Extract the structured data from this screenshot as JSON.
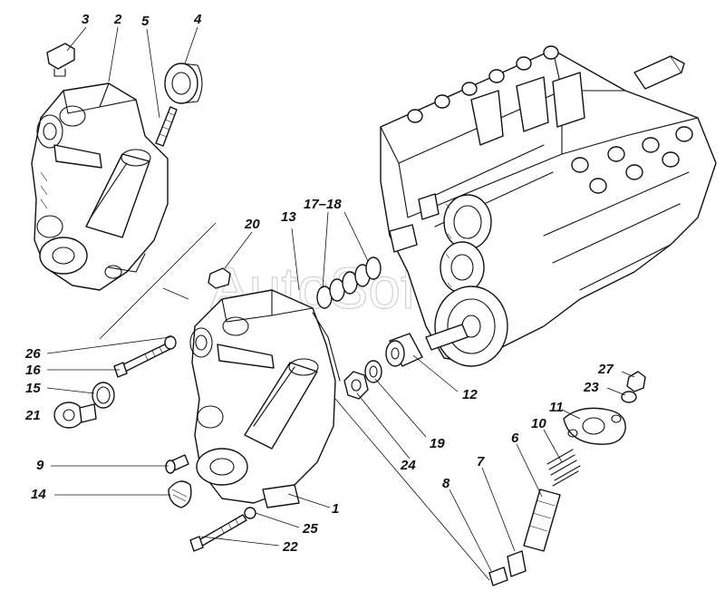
{
  "watermark": "AutoSoft",
  "callouts": [
    {
      "id": "c3",
      "text": "3"
    },
    {
      "id": "c2",
      "text": "2"
    },
    {
      "id": "c5",
      "text": "5"
    },
    {
      "id": "c4",
      "text": "4"
    },
    {
      "id": "c20",
      "text": "20"
    },
    {
      "id": "c13",
      "text": "13"
    },
    {
      "id": "c1718",
      "text": "17–18"
    },
    {
      "id": "c26",
      "text": "26"
    },
    {
      "id": "c16",
      "text": "16"
    },
    {
      "id": "c15",
      "text": "15"
    },
    {
      "id": "c21",
      "text": "21"
    },
    {
      "id": "c9",
      "text": "9"
    },
    {
      "id": "c14",
      "text": "14"
    },
    {
      "id": "c12",
      "text": "12"
    },
    {
      "id": "c19",
      "text": "19"
    },
    {
      "id": "c24",
      "text": "24"
    },
    {
      "id": "c27",
      "text": "27"
    },
    {
      "id": "c23",
      "text": "23"
    },
    {
      "id": "c11",
      "text": "11"
    },
    {
      "id": "c10",
      "text": "10"
    },
    {
      "id": "c6",
      "text": "6"
    },
    {
      "id": "c7",
      "text": "7"
    },
    {
      "id": "c8",
      "text": "8"
    },
    {
      "id": "c1",
      "text": "1"
    },
    {
      "id": "c25",
      "text": "25"
    },
    {
      "id": "c22",
      "text": "22"
    }
  ]
}
